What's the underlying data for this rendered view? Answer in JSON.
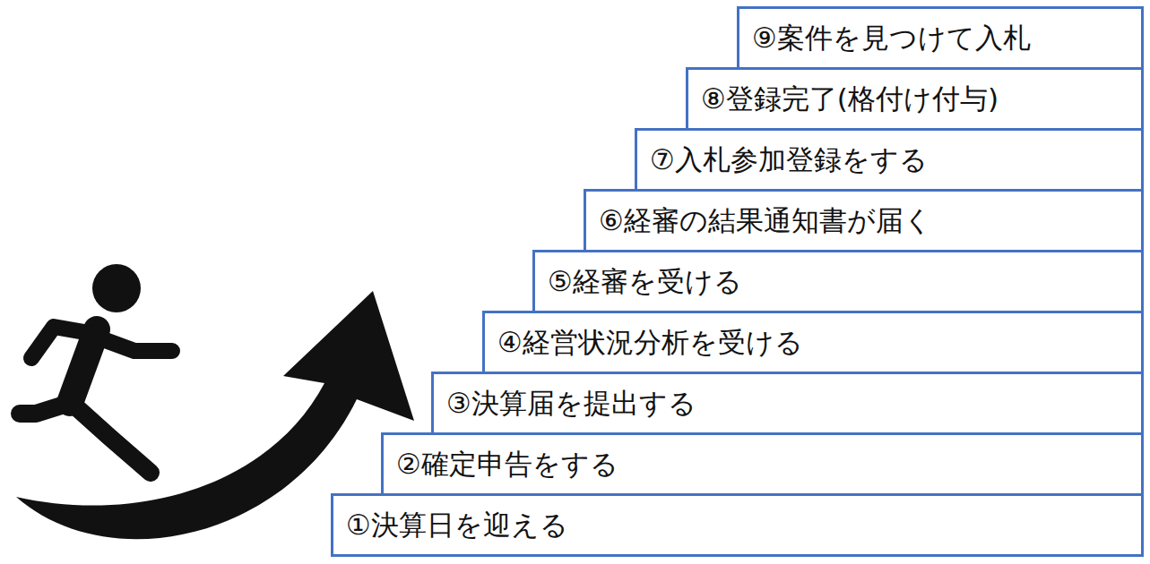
{
  "diagram": {
    "nodes": [
      {
        "text": [
          "①決算日を迎える"
        ]
      },
      {
        "text": [
          "②確定申告をする"
        ]
      },
      {
        "text": [
          "③決算届を提出する"
        ]
      },
      {
        "text": [
          "④経営状況分析を受ける"
        ]
      },
      {
        "text": [
          "⑤経審を受ける"
        ]
      },
      {
        "text": [
          "⑥経審の結果通知書が届く"
        ]
      },
      {
        "text": [
          "⑦入札参加登録をする"
        ]
      },
      {
        "text": [
          "⑧登録完了(格付け付与)"
        ]
      },
      {
        "text": [
          "⑨案件を見つけて入札"
        ]
      }
    ]
  }
}
